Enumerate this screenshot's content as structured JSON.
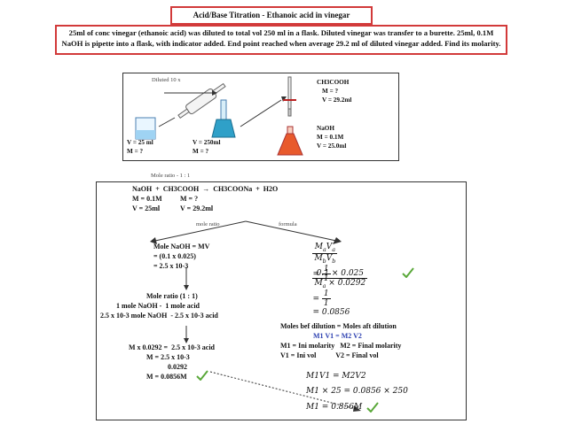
{
  "title": "Acid/Base Titration - Ethanoic acid in vinegar",
  "problem": "25ml of conc vinegar (ethanoic acid) was diluted to total vol 250 ml in a flask. Diluted vinegar was transfer to a burette. 25ml, 0.1M NaOH is pipette into a flask, with indicator added. End point reached when average 29.2 ml of diluted vinegar added. Find its molarity.",
  "diagram": {
    "diluted_label": "Diluted 10 x",
    "beaker_v": "V = 25 ml",
    "beaker_m": "M = ?",
    "flask_v": "V = 250ml",
    "flask_m": "M = ?",
    "burette_formula": "CH3COOH",
    "burette_m": "M = ?",
    "burette_v": "V = 29.2ml",
    "naoh_label": "NaOH",
    "naoh_m": "M = 0.1M",
    "naoh_v": "V = 25.0ml"
  },
  "mole_ratio_caption": "Mole ratio - 1 : 1",
  "solution": {
    "equation": "NaOH  +  CH3COOH  →  CH3COONa  +  H2O",
    "row2_left": "M = 0.1M",
    "row2_right": "M = ?",
    "row3_left": "V = 25ml",
    "row3_right": "V = 29.2ml",
    "branch_left": "mole ratio",
    "branch_right": "formula",
    "mole_naoh": "Mole NaOH = MV",
    "mole_calc": "= (0.1 x 0.025)",
    "mole_result": "= 2.5 x 10-3",
    "ratio_title": "Mole ratio (1 : 1)",
    "ratio_line1": "1 mole NaOH -  1 mole acid",
    "ratio_line2": "2.5 x 10-3 mole NaOH  - 2.5 x 10-3 acid",
    "calc_line1": "M x 0.0292 =  2.5 x 10-3 acid",
    "calc_line2": "M = 2.5 x 10-3",
    "calc_line3": "0.0292",
    "calc_line4": "M = 0.0856M",
    "dilution_title": "Moles bef dilution = Moles aft dilution",
    "dilution_eq": "M1 V1 = M2 V2",
    "dilution_def1": "M1 = Ini molarity   M2 = Final molarity",
    "dilution_def2": "V1 = Ini vol           V2 = Final vol",
    "formula_result": "0.0856",
    "final_eq1": "M1V1 = M2V2",
    "final_eq2": "M1 × 25 = 0.0856 × 250",
    "final_eq3": "M1 = 0.856M"
  },
  "colors": {
    "accent_red": "#d23a3a",
    "blue": "#2b3fb0",
    "check_green": "#5aa83a"
  }
}
